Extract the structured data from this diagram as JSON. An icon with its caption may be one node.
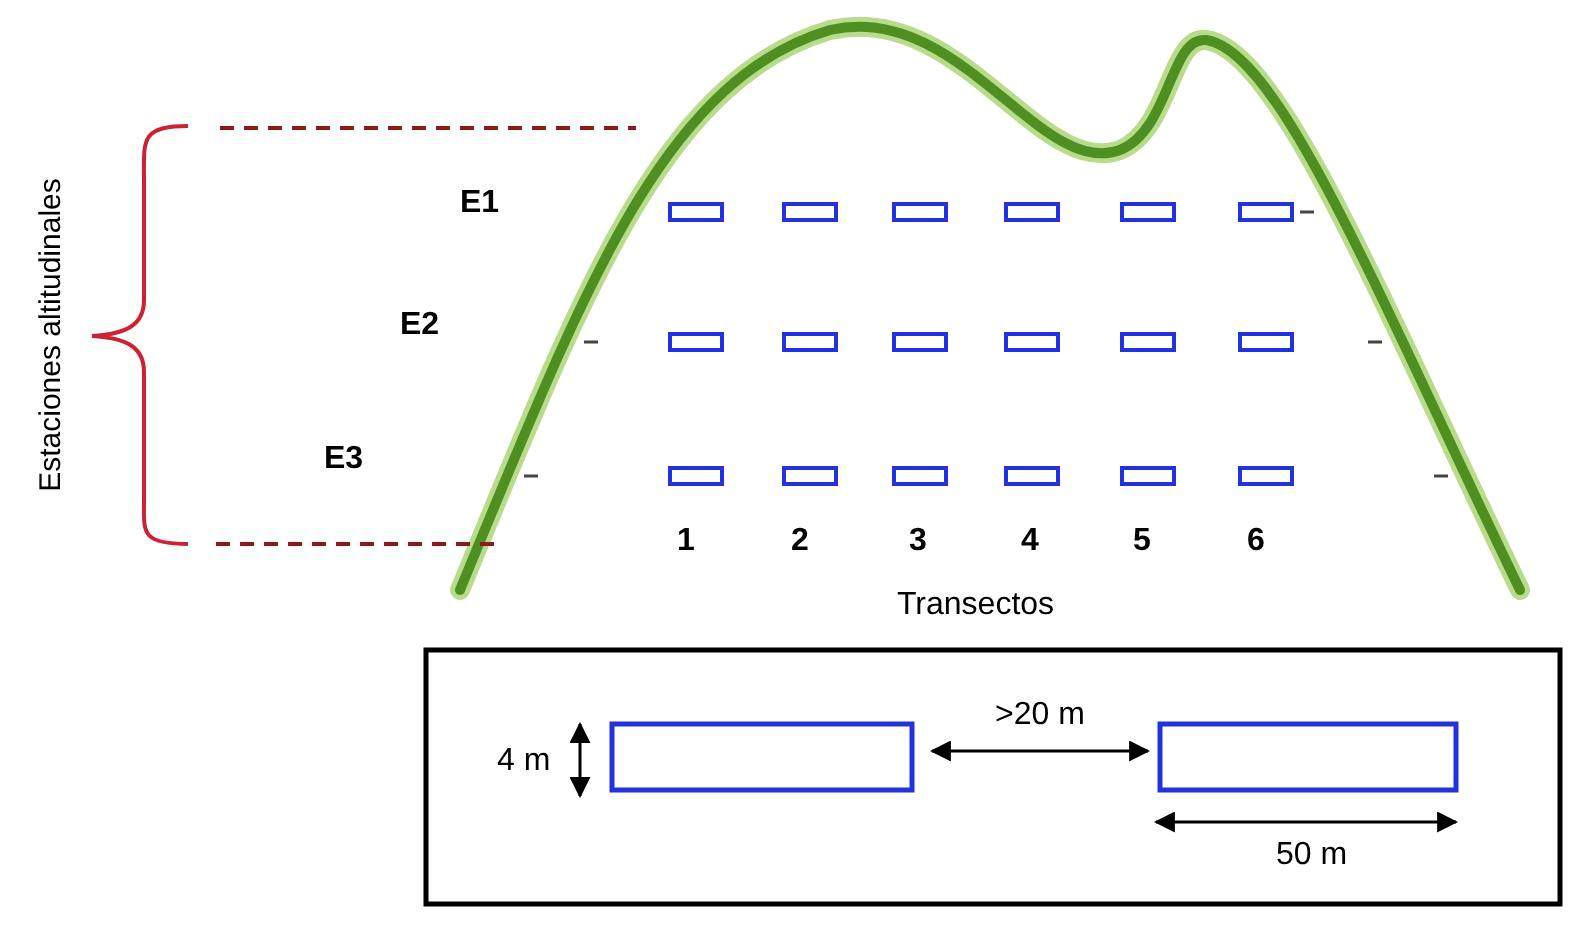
{
  "diagram": {
    "nodes": [
      {
        "text": [],
        "shape": "box"
      },
      {
        "text": [],
        "shape": "box"
      }
    ],
    "edges": [
      {
        "from": 0,
        "to": 1,
        "arrow": "both",
        "label": ">20 m"
      }
    ],
    "labels": [
      "Estaciones altitudinales",
      "E1",
      "E2",
      "E3",
      "1",
      "2",
      "3",
      "4",
      "5",
      "6",
      "Transectos",
      "4 m",
      "50 m"
    ]
  }
}
